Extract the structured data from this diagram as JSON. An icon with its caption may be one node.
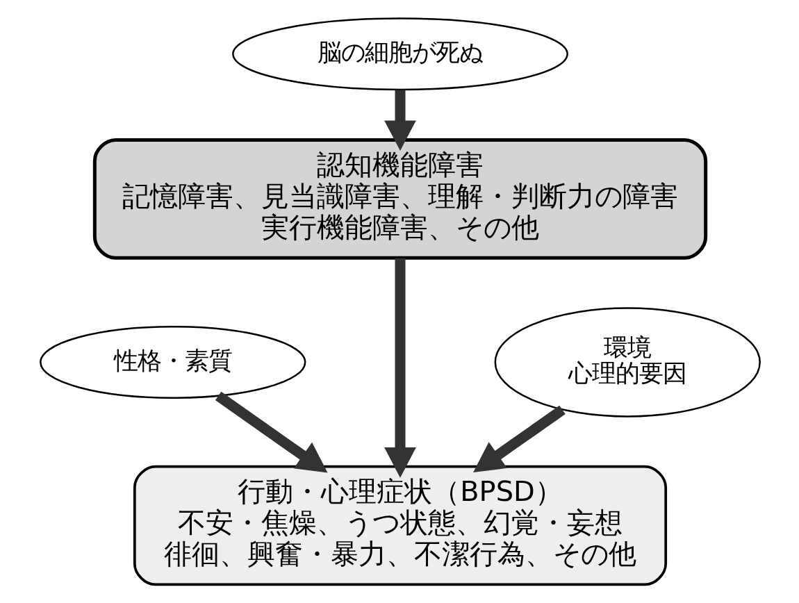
{
  "diagram": {
    "nodes": [
      {
        "text": [
          "脳の細胞が死ぬ"
        ]
      },
      {
        "text": [
          "認知機能障害",
          "記憶障害、見当識障害、理解・判断力の障害",
          "実行機能障害、その他"
        ]
      },
      {
        "text": [
          "性格・素質"
        ]
      },
      {
        "text": [
          "環境",
          "心理的要因"
        ]
      },
      {
        "text": [
          "行動・心理症状（BPSD）",
          "不安・焦燥、うつ状態、幻覚・妄想",
          "徘徊、興奮・暴力、不潔行為、その他"
        ]
      }
    ],
    "edges": [
      {
        "from": 0,
        "to": 1,
        "arrow": "to"
      },
      {
        "from": 1,
        "to": 4,
        "arrow": "to"
      },
      {
        "from": 2,
        "to": 4,
        "arrow": "to"
      },
      {
        "from": 3,
        "to": 4,
        "arrow": "to"
      }
    ]
  }
}
